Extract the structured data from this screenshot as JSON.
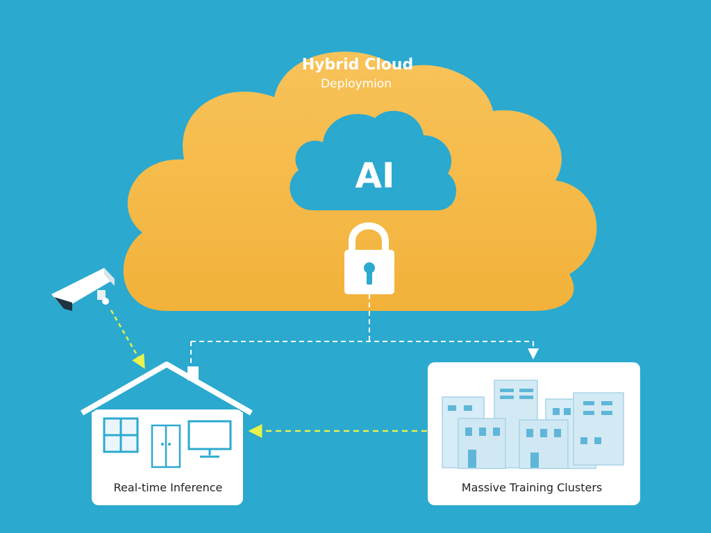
{
  "cloud": {
    "title": "Hybrid Cloud",
    "subtitle": "Deploymion",
    "inner_label": "AI",
    "fill_color": "#f6bb3e",
    "inner_color": "#2ba9cf"
  },
  "nodes": {
    "edge_label": "Real-time Inference",
    "cluster_label": "Massive Training Clusters"
  },
  "icons": {
    "camera": "security-camera-icon",
    "lock": "padlock-icon",
    "house": "house-icon",
    "buildings": "buildings-icon"
  },
  "colors": {
    "background": "#2ba9cf",
    "dashed_white": "#ffffff",
    "dashed_yellow": "#e8f24a",
    "card": "#ffffff",
    "building": "#cfe8f3"
  }
}
